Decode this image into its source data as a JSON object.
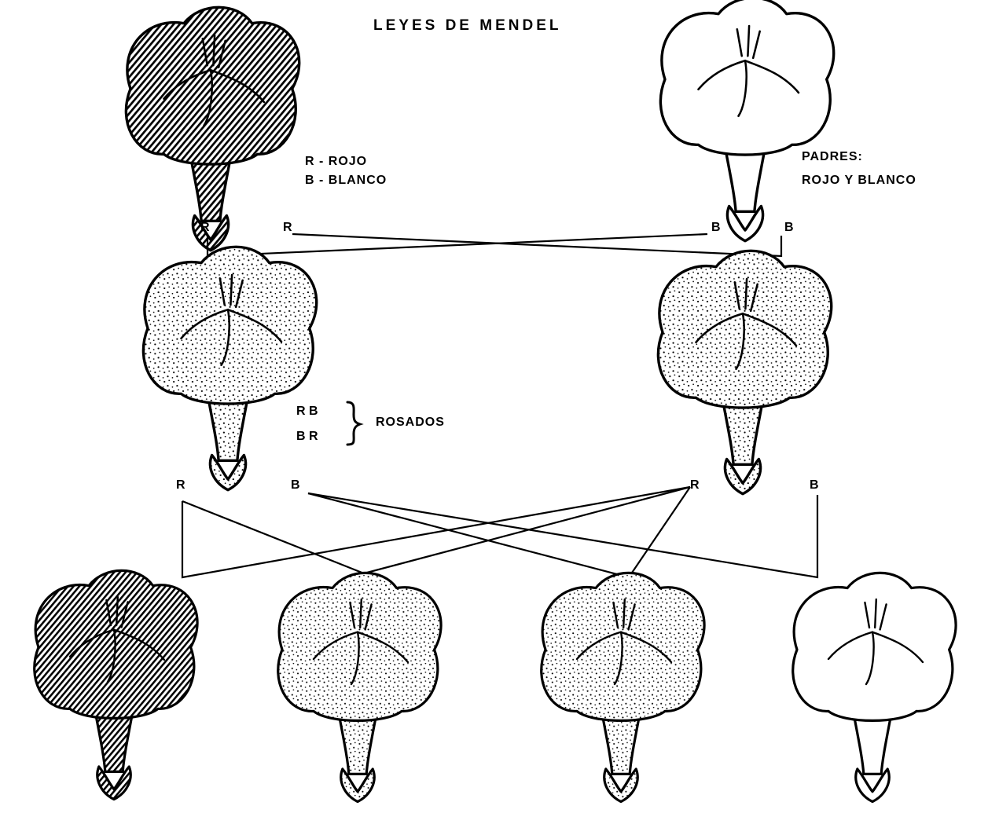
{
  "title": "LEYES DE MENDEL",
  "legend": {
    "r_def": "R - ROJO",
    "b_def": "B - BLANCO"
  },
  "parents_label": {
    "line1": "PADRES:",
    "line2": "ROJO Y BLANCO"
  },
  "hybrid_label": {
    "row1": "R B",
    "row2": "B R",
    "name": "ROSADOS"
  },
  "alleles": {
    "p1_left": "R",
    "p1_right": "R",
    "p2_left": "B",
    "p2_right": "B",
    "f1a_left": "R",
    "f1a_right": "B",
    "f1b_left": "R",
    "f1b_right": "B"
  },
  "flowers": [
    {
      "id": "parent-red",
      "fill": "dark"
    },
    {
      "id": "parent-white",
      "fill": "white"
    },
    {
      "id": "f1-pink-left",
      "fill": "dotted"
    },
    {
      "id": "f1-pink-right",
      "fill": "dotted"
    },
    {
      "id": "f2-red",
      "fill": "dark"
    },
    {
      "id": "f2-pink-1",
      "fill": "dotted"
    },
    {
      "id": "f2-pink-2",
      "fill": "dotted"
    },
    {
      "id": "f2-white",
      "fill": "white"
    }
  ],
  "colors": {
    "ink": "#000000",
    "paper": "#ffffff"
  }
}
